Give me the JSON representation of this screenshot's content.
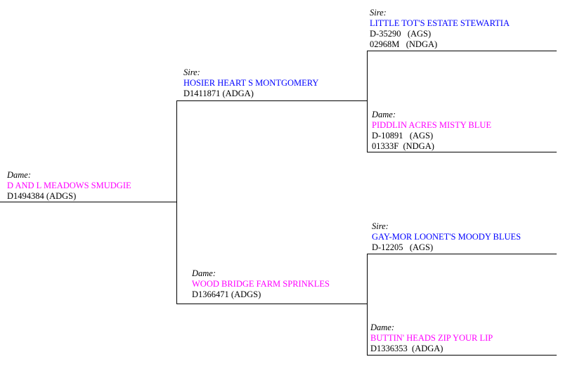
{
  "colors": {
    "sire_name": "#0000ff",
    "dam_name": "#ff00ff",
    "text": "#000000"
  },
  "subject": {
    "role": "Dame:",
    "name": "D AND L MEADOWS SMUDGIE",
    "regs": [
      "D1494384 (ADGS)"
    ]
  },
  "sire": {
    "role": "Sire:",
    "name": "HOSIER HEART S MONTGOMERY",
    "regs": [
      "D1411871 (ADGA)"
    ]
  },
  "dam": {
    "role": "Dame:",
    "name": "WOOD BRIDGE FARM SPRINKLES",
    "regs": [
      "D1366471 (ADGS)"
    ]
  },
  "sire_sire": {
    "role": "Sire:",
    "name": "LITTLE TOT'S ESTATE STEWARTIA",
    "regs": [
      "D-35290   (AGS)",
      "02968M   (NDGA)"
    ]
  },
  "sire_dam": {
    "role": "Dame:",
    "name": "PIDDLIN ACRES MISTY BLUE",
    "regs": [
      "D-10891   (AGS)",
      "01333F  (NDGA)"
    ]
  },
  "dam_sire": {
    "role": "Sire:",
    "name": "GAY-MOR LOONET'S MOODY BLUES",
    "regs": [
      "D-12205   (AGS)"
    ]
  },
  "dam_dam": {
    "role": "Dame:",
    "name": "BUTTIN' HEADS ZIP YOUR LIP",
    "regs": [
      "D1336353  (ADGA)"
    ]
  }
}
